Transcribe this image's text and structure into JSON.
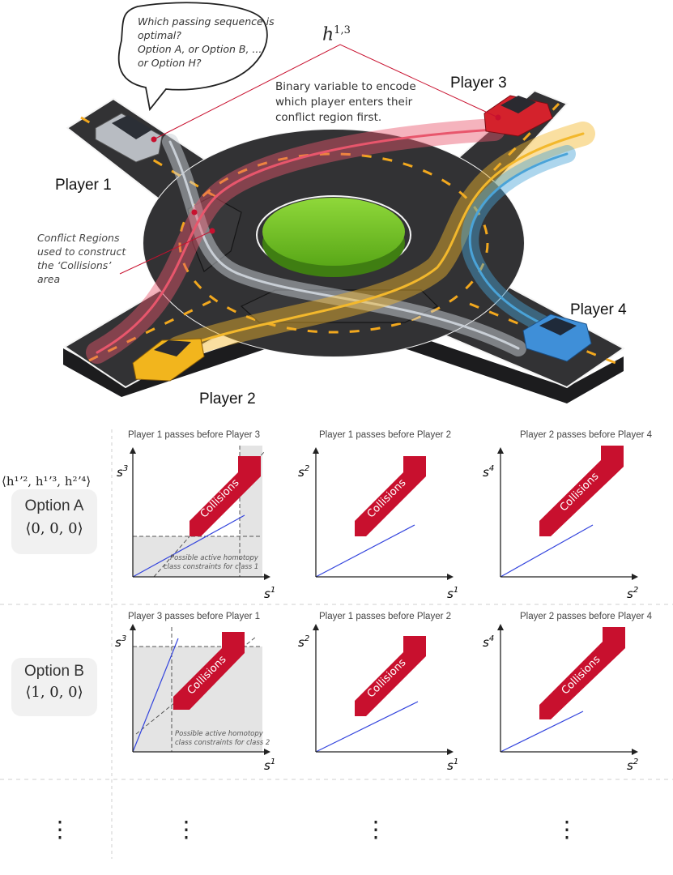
{
  "bubble": {
    "lines": [
      "Which passing sequence is",
      "optimal?",
      "Option A, or Option B, ...",
      "or Option H?"
    ]
  },
  "top": {
    "h13_label": "h",
    "h13_sup": "1,3",
    "binary_note": [
      "Binary variable to encode",
      "which player enters their",
      "conflict region first."
    ],
    "conflict_note": [
      "Conflict Regions",
      "used to construct",
      "the ‘Collisions’",
      "area"
    ],
    "players": {
      "p1": "Player 1",
      "p2": "Player 2",
      "p3": "Player 3",
      "p4": "Player 4"
    }
  },
  "header_tuple": "⟨h¹ʼ², h¹ʼ³, h²ʼ⁴⟩",
  "options": [
    {
      "name": "Option A",
      "tuple": "⟨0, 0, 0⟩"
    },
    {
      "name": "Option B",
      "tuple": "⟨1, 0, 0⟩"
    }
  ],
  "panels_row1": [
    {
      "title": "Player 1 passes before Player 3",
      "xlab": "s",
      "xsup": "1",
      "ylab": "s",
      "ysup": "3",
      "collisions": "Collisions",
      "note": [
        "Possible active homotopy",
        "class constraints for class 1"
      ]
    },
    {
      "title": "Player 1 passes before Player 2",
      "xlab": "s",
      "xsup": "1",
      "ylab": "s",
      "ysup": "2",
      "collisions": "Collisions"
    },
    {
      "title": "Player 2 passes before Player 4",
      "xlab": "s",
      "xsup": "2",
      "ylab": "s",
      "ysup": "4",
      "collisions": "Collisions"
    }
  ],
  "panels_row2": [
    {
      "title": "Player 3 passes before Player 1",
      "xlab": "s",
      "xsup": "1",
      "ylab": "s",
      "ysup": "3",
      "collisions": "Collisions",
      "note": [
        "Possible active homotopy",
        "class constraints for class 2"
      ]
    },
    {
      "title": "Player 1 passes before Player 2",
      "xlab": "s",
      "xsup": "1",
      "ylab": "s",
      "ysup": "2",
      "collisions": "Collisions"
    },
    {
      "title": "Player 2 passes before Player 4",
      "xlab": "s",
      "xsup": "2",
      "ylab": "s",
      "ysup": "4",
      "collisions": "Collisions"
    }
  ],
  "ellipsis": "⋮",
  "colors": {
    "road": "#2f2f31",
    "road_side": "#1f1f21",
    "lane_yellow": "#f2a81e",
    "island": "#6fc320",
    "collision_red": "#c8102e",
    "path_red": "#e8566c",
    "path_yellow": "#f3b82c",
    "path_blue": "#4aa3d8",
    "path_grey": "#c9cfd6"
  }
}
